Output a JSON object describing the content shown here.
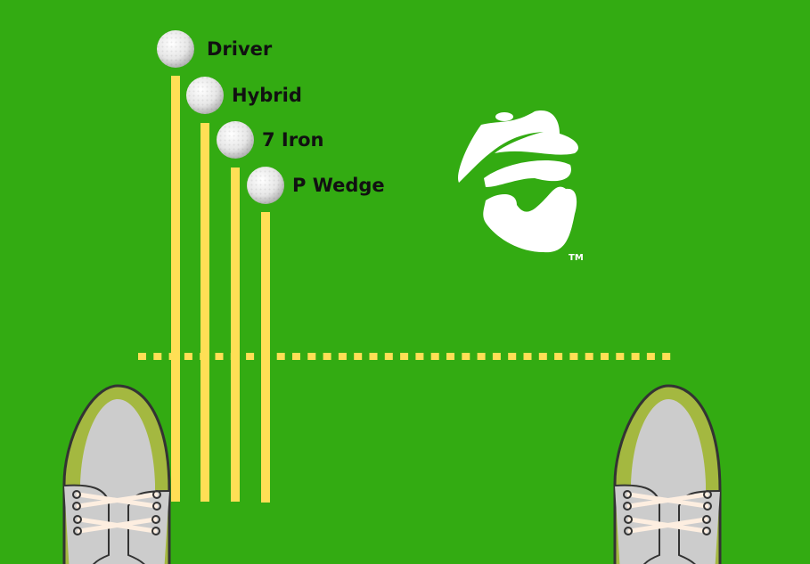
{
  "clubs": [
    {
      "label": "Driver"
    },
    {
      "label": "Hybrid"
    },
    {
      "label": "7 Iron"
    },
    {
      "label": "P Wedge"
    }
  ],
  "logo": {
    "trademark": "TM"
  },
  "colors": {
    "background": "#33ab12",
    "guide_line": "#ffdf55",
    "shoe_upper": "#cccccc",
    "shoe_trim": "#a4b840",
    "laces": "#fdeee0"
  }
}
